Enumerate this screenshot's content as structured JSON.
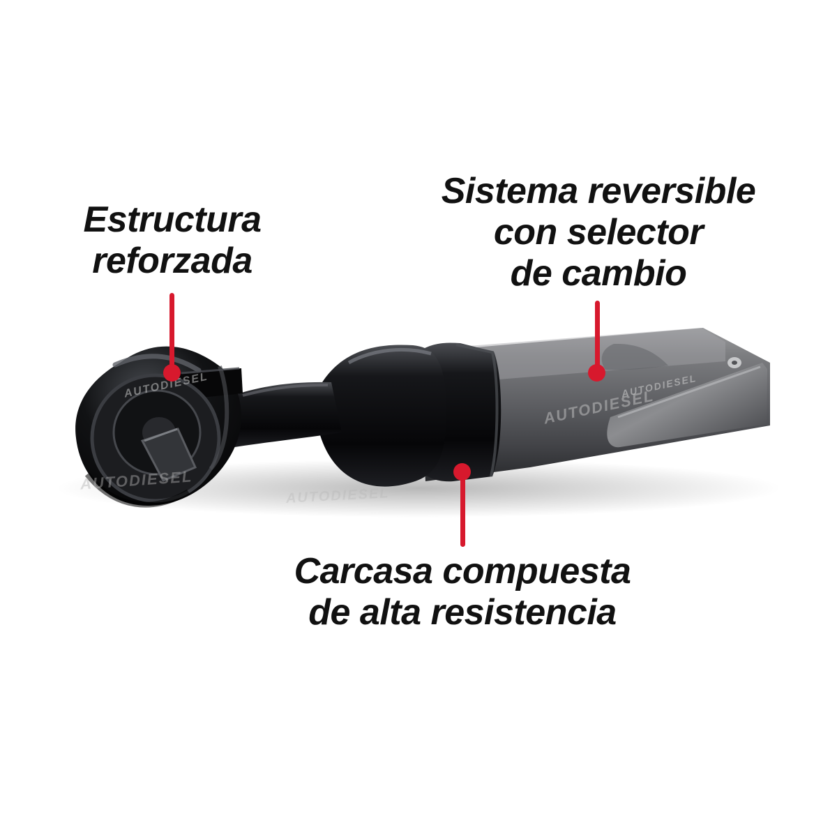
{
  "callouts": {
    "structure": {
      "lines": [
        "Estructura",
        "reforzada"
      ]
    },
    "reverse": {
      "lines": [
        "Sistema reversible",
        "con selector",
        "de cambio"
      ]
    },
    "housing": {
      "lines": [
        "Carcasa compuesta",
        "de alta resistencia"
      ]
    }
  },
  "watermark": {
    "text": "AUTODIESEL"
  },
  "colors": {
    "background": "#ffffff",
    "accent": "#d7192d",
    "text": "#111111",
    "tool_dark": "#111214",
    "tool_grey": "#707276"
  },
  "product": {
    "icon": "pneumatic-ratchet-wrench-icon"
  }
}
